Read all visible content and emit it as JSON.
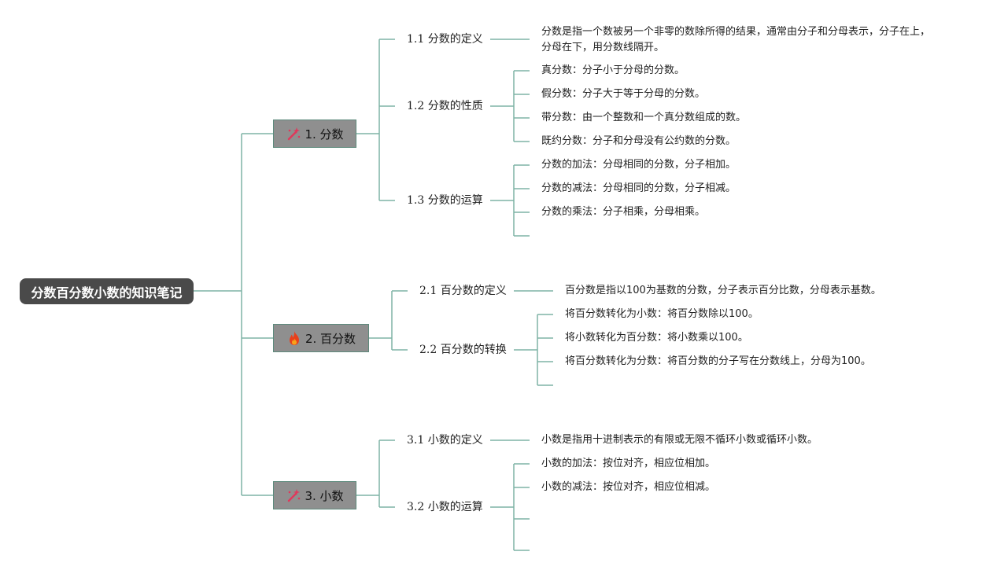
{
  "root": {
    "label": "分数百分数小数的知识笔记"
  },
  "sections": [
    {
      "label": "1. 分数",
      "icon": "magic-wand-icon",
      "subs": [
        {
          "label": "1.1 分数的定义",
          "items": [
            "分数是指一个数被另一个非零的数除所得的结果，通常由分子和分母表示，分子在上，分母在下，用分数线隔开。"
          ]
        },
        {
          "label": "1.2 分数的性质",
          "items": [
            "真分数：分子小于分母的分数。",
            "假分数：分子大于等于分母的分数。",
            "带分数：由一个整数和一个真分数组成的数。",
            "既约分数：分子和分母没有公约数的分数。"
          ]
        },
        {
          "label": "1.3 分数的运算",
          "items": [
            "分数的加法：分母相同的分数，分子相加。",
            "分数的减法：分母相同的分数，分子相减。",
            "分数的乘法：分子相乘，分母相乘。",
            ""
          ]
        }
      ]
    },
    {
      "label": "2. 百分数",
      "icon": "fire-icon",
      "subs": [
        {
          "label": "2.1 百分数的定义",
          "items": [
            "百分数是指以100为基数的分数，分子表示百分比数，分母表示基数。"
          ]
        },
        {
          "label": "2.2 百分数的转换",
          "items": [
            "将百分数转化为小数：将百分数除以100。",
            "将小数转化为百分数：将小数乘以100。",
            "将百分数转化为分数：将百分数的分子写在分数线上，分母为100。",
            ""
          ]
        }
      ]
    },
    {
      "label": "3. 小数",
      "icon": "magic-wand-icon",
      "subs": [
        {
          "label": "3.1 小数的定义",
          "items": [
            "小数是指用十进制表示的有限或无限不循环小数或循环小数。"
          ]
        },
        {
          "label": "3.2 小数的运算",
          "items": [
            "小数的加法：按位对齐，相应位相加。",
            "小数的减法：按位对齐，相应位相减。",
            "",
            ""
          ]
        }
      ]
    }
  ],
  "colors": {
    "line": "#7fb3a5",
    "root_bg": "#4a4a4a",
    "section_bg": "#8f8f8f",
    "section_border": "#5d8a7c"
  }
}
